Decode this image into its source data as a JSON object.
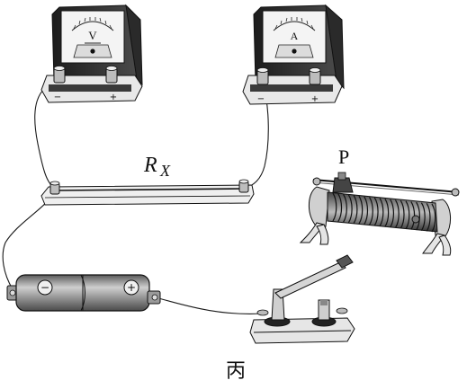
{
  "figure": {
    "label": "丙"
  },
  "voltmeter": {
    "symbol": "V",
    "minus": "−",
    "plus": "+"
  },
  "ammeter": {
    "symbol": "A",
    "minus": "−",
    "plus": "+"
  },
  "resistor": {
    "label_main": "R",
    "label_sub": "X"
  },
  "rheostat": {
    "slider_label": "P"
  },
  "battery": {
    "minus": "−",
    "plus": "+"
  },
  "colors": {
    "line": "#1a1a1a",
    "meter_face": "#f4f4f4",
    "shade_dark": "#3a3a3a",
    "shade_mid": "#8a8a8a",
    "shade_light": "#d8d8d8",
    "coil": "#555555",
    "battery_body": "#9a9a9a"
  }
}
